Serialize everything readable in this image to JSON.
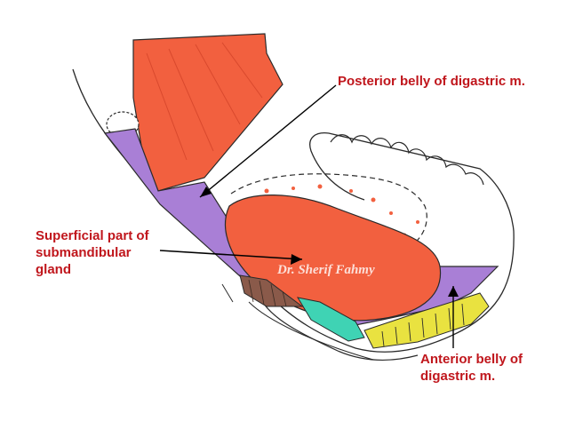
{
  "labels": {
    "posterior": "Posterior belly of digastric m.",
    "superficial": [
      "Superficial part of",
      "submandibular",
      "gland"
    ],
    "anterior": [
      "Anterior belly of",
      "digastric m."
    ]
  },
  "watermark": "Dr. Sherif Fahmy",
  "colors": {
    "label_text": "#c0161c",
    "muscle_red": "#f2603f",
    "digastric_purple": "#a97fd6",
    "tendon_teal": "#3fd3b4",
    "hyoid_yellow": "#e9e240",
    "outline": "#2a2a2a"
  }
}
